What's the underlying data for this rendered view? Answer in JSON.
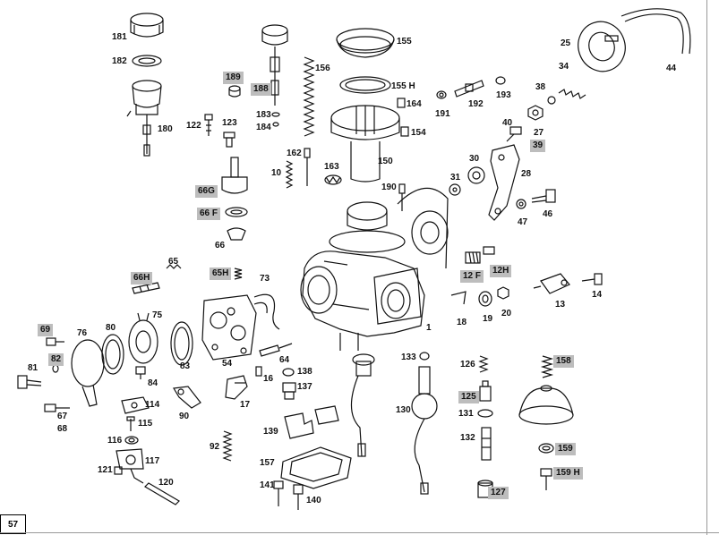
{
  "page_number": "57",
  "labels": [
    {
      "id": "181",
      "text": "181",
      "highlighted": false
    },
    {
      "id": "182",
      "text": "182",
      "highlighted": false
    },
    {
      "id": "180",
      "text": "180",
      "highlighted": false
    },
    {
      "id": "189",
      "text": "189",
      "highlighted": true
    },
    {
      "id": "188",
      "text": "188",
      "highlighted": true
    },
    {
      "id": "183",
      "text": "183",
      "highlighted": false
    },
    {
      "id": "184",
      "text": "184",
      "highlighted": false
    },
    {
      "id": "122",
      "text": "122",
      "highlighted": false
    },
    {
      "id": "123",
      "text": "123",
      "highlighted": false
    },
    {
      "id": "156",
      "text": "156",
      "highlighted": false
    },
    {
      "id": "155",
      "text": "155",
      "highlighted": false
    },
    {
      "id": "155h",
      "text": "155 H",
      "highlighted": false
    },
    {
      "id": "164",
      "text": "164",
      "highlighted": false
    },
    {
      "id": "154",
      "text": "154",
      "highlighted": false
    },
    {
      "id": "150",
      "text": "150",
      "highlighted": false
    },
    {
      "id": "162",
      "text": "162",
      "highlighted": false
    },
    {
      "id": "163",
      "text": "163",
      "highlighted": false
    },
    {
      "id": "10",
      "text": "10",
      "highlighted": false
    },
    {
      "id": "190",
      "text": "190",
      "highlighted": false
    },
    {
      "id": "191",
      "text": "191",
      "highlighted": false
    },
    {
      "id": "192",
      "text": "192",
      "highlighted": false
    },
    {
      "id": "193",
      "text": "193",
      "highlighted": false
    },
    {
      "id": "25",
      "text": "25",
      "highlighted": false
    },
    {
      "id": "44",
      "text": "44",
      "highlighted": false
    },
    {
      "id": "34",
      "text": "34",
      "highlighted": false
    },
    {
      "id": "38",
      "text": "38",
      "highlighted": false
    },
    {
      "id": "27",
      "text": "27",
      "highlighted": false
    },
    {
      "id": "40",
      "text": "40",
      "highlighted": false
    },
    {
      "id": "39",
      "text": "39",
      "highlighted": true
    },
    {
      "id": "30",
      "text": "30",
      "highlighted": false
    },
    {
      "id": "28",
      "text": "28",
      "highlighted": false
    },
    {
      "id": "31",
      "text": "31",
      "highlighted": false
    },
    {
      "id": "47",
      "text": "47",
      "highlighted": false
    },
    {
      "id": "46",
      "text": "46",
      "highlighted": false
    },
    {
      "id": "66g",
      "text": "66G",
      "highlighted": true
    },
    {
      "id": "66f",
      "text": "66 F",
      "highlighted": true
    },
    {
      "id": "66",
      "text": "66",
      "highlighted": false
    },
    {
      "id": "65",
      "text": "65",
      "highlighted": false
    },
    {
      "id": "65h",
      "text": "65H",
      "highlighted": true
    },
    {
      "id": "66h",
      "text": "66H",
      "highlighted": true
    },
    {
      "id": "73",
      "text": "73",
      "highlighted": false
    },
    {
      "id": "12f",
      "text": "12 F",
      "highlighted": true
    },
    {
      "id": "12h",
      "text": "12H",
      "highlighted": true
    },
    {
      "id": "14",
      "text": "14",
      "highlighted": false
    },
    {
      "id": "13",
      "text": "13",
      "highlighted": false
    },
    {
      "id": "18",
      "text": "18",
      "highlighted": false
    },
    {
      "id": "19",
      "text": "19",
      "highlighted": false
    },
    {
      "id": "20",
      "text": "20",
      "highlighted": false
    },
    {
      "id": "1",
      "text": "1",
      "highlighted": false
    },
    {
      "id": "69",
      "text": "69",
      "highlighted": true
    },
    {
      "id": "76",
      "text": "76",
      "highlighted": false
    },
    {
      "id": "80",
      "text": "80",
      "highlighted": false
    },
    {
      "id": "75",
      "text": "75",
      "highlighted": false
    },
    {
      "id": "83",
      "text": "83",
      "highlighted": false
    },
    {
      "id": "54",
      "text": "54",
      "highlighted": false
    },
    {
      "id": "82",
      "text": "82",
      "highlighted": true
    },
    {
      "id": "81",
      "text": "81",
      "highlighted": false
    },
    {
      "id": "84",
      "text": "84",
      "highlighted": false
    },
    {
      "id": "64",
      "text": "64",
      "highlighted": false
    },
    {
      "id": "138",
      "text": "138",
      "highlighted": false
    },
    {
      "id": "16",
      "text": "16",
      "highlighted": false
    },
    {
      "id": "137",
      "text": "137",
      "highlighted": false
    },
    {
      "id": "17",
      "text": "17",
      "highlighted": false
    },
    {
      "id": "67",
      "text": "67",
      "highlighted": false
    },
    {
      "id": "68",
      "text": "68",
      "highlighted": false
    },
    {
      "id": "114",
      "text": "114",
      "highlighted": false
    },
    {
      "id": "115",
      "text": "115",
      "highlighted": false
    },
    {
      "id": "90",
      "text": "90",
      "highlighted": false
    },
    {
      "id": "116",
      "text": "116",
      "highlighted": false
    },
    {
      "id": "92",
      "text": "92",
      "highlighted": false
    },
    {
      "id": "117",
      "text": "117",
      "highlighted": false
    },
    {
      "id": "121",
      "text": "121",
      "highlighted": false
    },
    {
      "id": "120",
      "text": "120",
      "highlighted": false
    },
    {
      "id": "139",
      "text": "139",
      "highlighted": false
    },
    {
      "id": "157",
      "text": "157",
      "highlighted": false
    },
    {
      "id": "141",
      "text": "141",
      "highlighted": false
    },
    {
      "id": "140",
      "text": "140",
      "highlighted": false
    },
    {
      "id": "133",
      "text": "133",
      "highlighted": false
    },
    {
      "id": "130",
      "text": "130",
      "highlighted": false
    },
    {
      "id": "126",
      "text": "126",
      "highlighted": false
    },
    {
      "id": "125",
      "text": "125",
      "highlighted": true
    },
    {
      "id": "131",
      "text": "131",
      "highlighted": false
    },
    {
      "id": "132",
      "text": "132",
      "highlighted": false
    },
    {
      "id": "127",
      "text": "127",
      "highlighted": true
    },
    {
      "id": "158",
      "text": "158",
      "highlighted": true
    },
    {
      "id": "159",
      "text": "159",
      "highlighted": true
    },
    {
      "id": "159h",
      "text": "159 H",
      "highlighted": true
    }
  ]
}
